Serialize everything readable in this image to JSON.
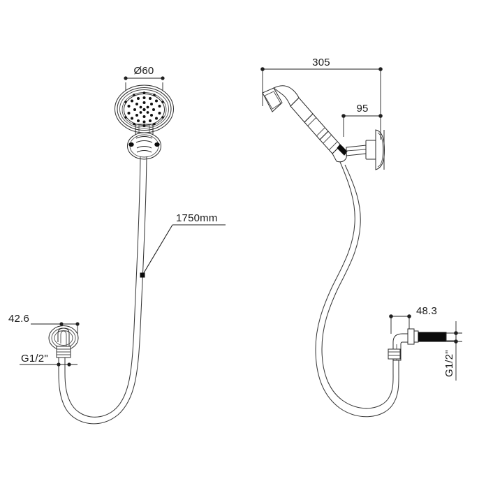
{
  "drawing": {
    "title": "Hand shower set technical drawing",
    "background_color": "#ffffff",
    "line_color": "#2b2b2b",
    "dimension_color": "#1f1f1f",
    "accent_black": "#0b0b0b"
  },
  "dimensions": {
    "head_diameter": "Ø60",
    "projection": "305",
    "wall_offset": "95",
    "hose_length": "1750mm",
    "elbow_front": "42.6",
    "elbow_side": "48.3",
    "thread_left": "G1/2\"",
    "thread_right": "G1/2\""
  },
  "views": {
    "front": {
      "name": "front-view",
      "parts": [
        "shower-head",
        "wall-bracket",
        "hose",
        "wall-elbow"
      ]
    },
    "side": {
      "name": "side-view",
      "parts": [
        "handset",
        "wall-flange",
        "hose",
        "outlet-elbow"
      ]
    }
  },
  "icons": {
    "dimension_terminator": "dot-terminator",
    "leader": "leader-line"
  }
}
